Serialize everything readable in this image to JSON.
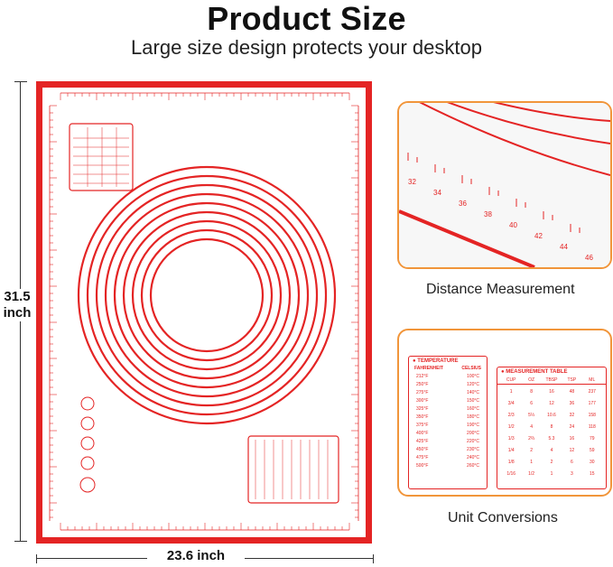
{
  "header": {
    "title": "Product Size",
    "subtitle": "Large size design protects your desktop"
  },
  "dimensions": {
    "height": "31.5\ninch",
    "width": "23.6 inch"
  },
  "captions": {
    "distance": "Distance Measurement",
    "unit": "Unit Conversions"
  },
  "detail_ruler_numbers": [
    "32",
    "34",
    "36",
    "38",
    "40",
    "42",
    "44",
    "46"
  ],
  "temperature_table": {
    "title": "TEMPERATURE",
    "headers": [
      "FAHRENHEIT",
      "CELSIUS"
    ],
    "rows": [
      [
        "212°F",
        "100°C"
      ],
      [
        "250°F",
        "120°C"
      ],
      [
        "275°F",
        "140°C"
      ],
      [
        "300°F",
        "150°C"
      ],
      [
        "325°F",
        "160°C"
      ],
      [
        "350°F",
        "180°C"
      ],
      [
        "375°F",
        "190°C"
      ],
      [
        "400°F",
        "200°C"
      ],
      [
        "425°F",
        "220°C"
      ],
      [
        "450°F",
        "230°C"
      ],
      [
        "475°F",
        "240°C"
      ],
      [
        "500°F",
        "260°C"
      ]
    ]
  },
  "measurement_table": {
    "title": "MEASUREMENT TABLE",
    "headers": [
      "CUP",
      "OZ",
      "TBSP",
      "TSP",
      "ML"
    ],
    "rows": [
      [
        "1",
        "8",
        "16",
        "48",
        "237"
      ],
      [
        "3/4",
        "6",
        "12",
        "36",
        "177"
      ],
      [
        "2/3",
        "5⅓",
        "10.6",
        "32",
        "158"
      ],
      [
        "1/2",
        "4",
        "8",
        "24",
        "118"
      ],
      [
        "1/3",
        "2⅔",
        "5.3",
        "16",
        "79"
      ],
      [
        "1/4",
        "2",
        "4",
        "12",
        "59"
      ],
      [
        "1/8",
        "1",
        "2",
        "6",
        "30"
      ],
      [
        "1/16",
        "1/2",
        "1",
        "3",
        "15"
      ]
    ]
  },
  "colors": {
    "red": "#e42424",
    "orange": "#f1953a",
    "ink": "#111111"
  }
}
